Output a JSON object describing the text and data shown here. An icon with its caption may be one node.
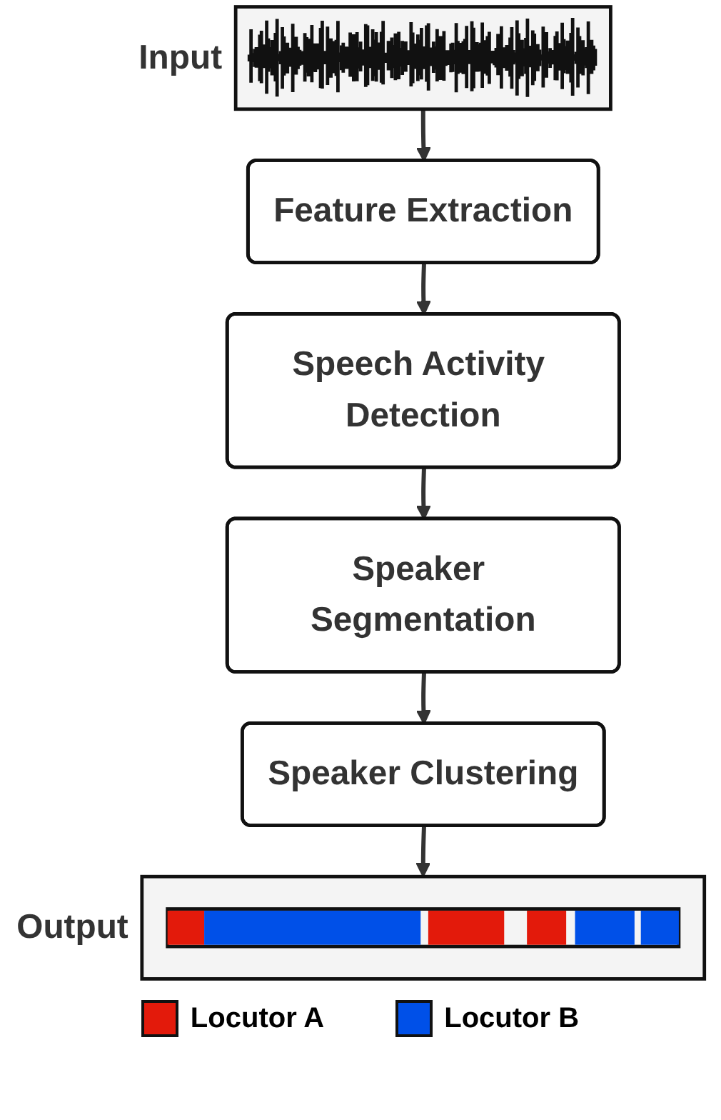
{
  "diagram": {
    "nodes": [
      {
        "text": [
          "Input"
        ]
      },
      {
        "text": [
          "Feature Extraction"
        ]
      },
      {
        "text": [
          "Speech Activity Detection"
        ]
      },
      {
        "text": [
          "Speaker Segmentation"
        ]
      },
      {
        "text": [
          "Speaker Clustering"
        ]
      },
      {
        "text": [
          "Output"
        ]
      }
    ],
    "edges": [
      {
        "from": 0,
        "to": 1,
        "arrow": "to"
      },
      {
        "from": 1,
        "to": 2,
        "arrow": "to"
      },
      {
        "from": 2,
        "to": 3,
        "arrow": "to"
      },
      {
        "from": 3,
        "to": 4,
        "arrow": "to"
      },
      {
        "from": 4,
        "to": 5,
        "arrow": "to"
      }
    ],
    "legend": [
      {
        "text": "Locutor A",
        "color": "#e31a0b"
      },
      {
        "text": "Locutor B",
        "color": "#0050e8"
      }
    ]
  }
}
